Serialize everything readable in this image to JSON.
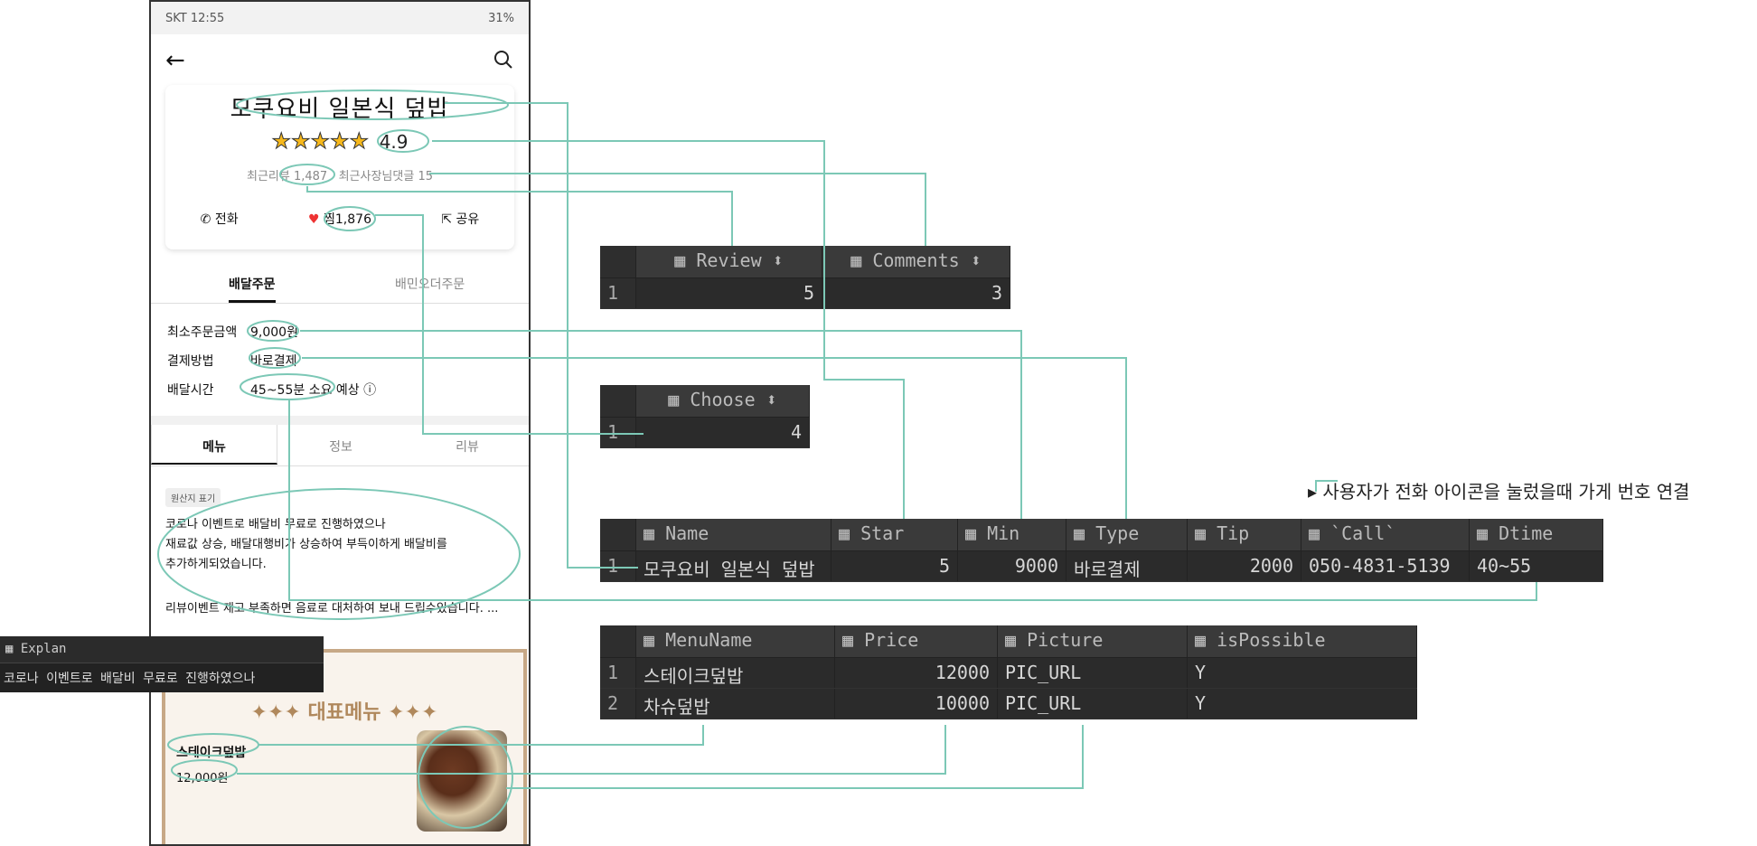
{
  "status": {
    "left": "SKT 12:55",
    "right": "31%"
  },
  "store": {
    "name": "모쿠요비 일본식 덮밥",
    "rating": "4.9",
    "recent_review_label": "최근리뷰",
    "recent_review": "1,487",
    "owner_comment_label": "최근사장님댓글",
    "owner_comment": "15",
    "call": "전화",
    "like_label": "찜",
    "like": "1,876",
    "share": "공유"
  },
  "order_tabs": [
    "배달주문",
    "배민오더주문"
  ],
  "info": {
    "min_label": "최소주문금액",
    "min": "9,000원",
    "pay_label": "결제방법",
    "pay": "바로결제",
    "time_label": "배달시간",
    "time": "45~55분 소요 예상"
  },
  "menu_tabs": [
    "메뉴",
    "정보",
    "리뷰"
  ],
  "origin": "원산지 표기",
  "notice": [
    "코로나 이벤트로 배달비 무료로 진행하였으나",
    "재료값 상승, 배달대행비가 상승하여 부득이하게 배달비를",
    "추가하게되었습니다."
  ],
  "notice2": "리뷰이벤트 재고 부족하면 음료로 대처하여 보내 드립수있습니다. ...",
  "rep": {
    "title": "✦✦✦ 대표메뉴 ✦✦✦",
    "name": "스테이크덮밥",
    "price": "12,000원"
  },
  "explan": {
    "header": "Explan",
    "value": "코로나 이벤트로 배달비 무료로 진행하였으나"
  },
  "grid_review": {
    "cols": [
      "Review",
      "Comments"
    ],
    "rows": [
      [
        "1",
        "5",
        "3"
      ]
    ]
  },
  "grid_choose": {
    "cols": [
      "Choose"
    ],
    "rows": [
      [
        "1",
        "4"
      ]
    ]
  },
  "grid_store": {
    "cols": [
      "Name",
      "Star",
      "Min",
      "Type",
      "Tip",
      "`Call`",
      "Dtime"
    ],
    "rows": [
      [
        "1",
        "모쿠요비 일본식 덮밥",
        "5",
        "9000",
        "바로결제",
        "2000",
        "050-4831-5139",
        "40~55"
      ]
    ]
  },
  "grid_menu": {
    "cols": [
      "MenuName",
      "Price",
      "Picture",
      "isPossible"
    ],
    "rows": [
      [
        "1",
        "스테이크덮밥",
        "12000",
        "PIC_URL",
        "Y"
      ],
      [
        "2",
        "차슈덮밥",
        "10000",
        "PIC_URL",
        "Y"
      ]
    ]
  },
  "note": "사용자가 전화 아이콘을 눌렀을때 가게 번호 연결",
  "colors": {
    "accent": "#7cc8b6",
    "grid_bg": "#2b2b2b"
  }
}
